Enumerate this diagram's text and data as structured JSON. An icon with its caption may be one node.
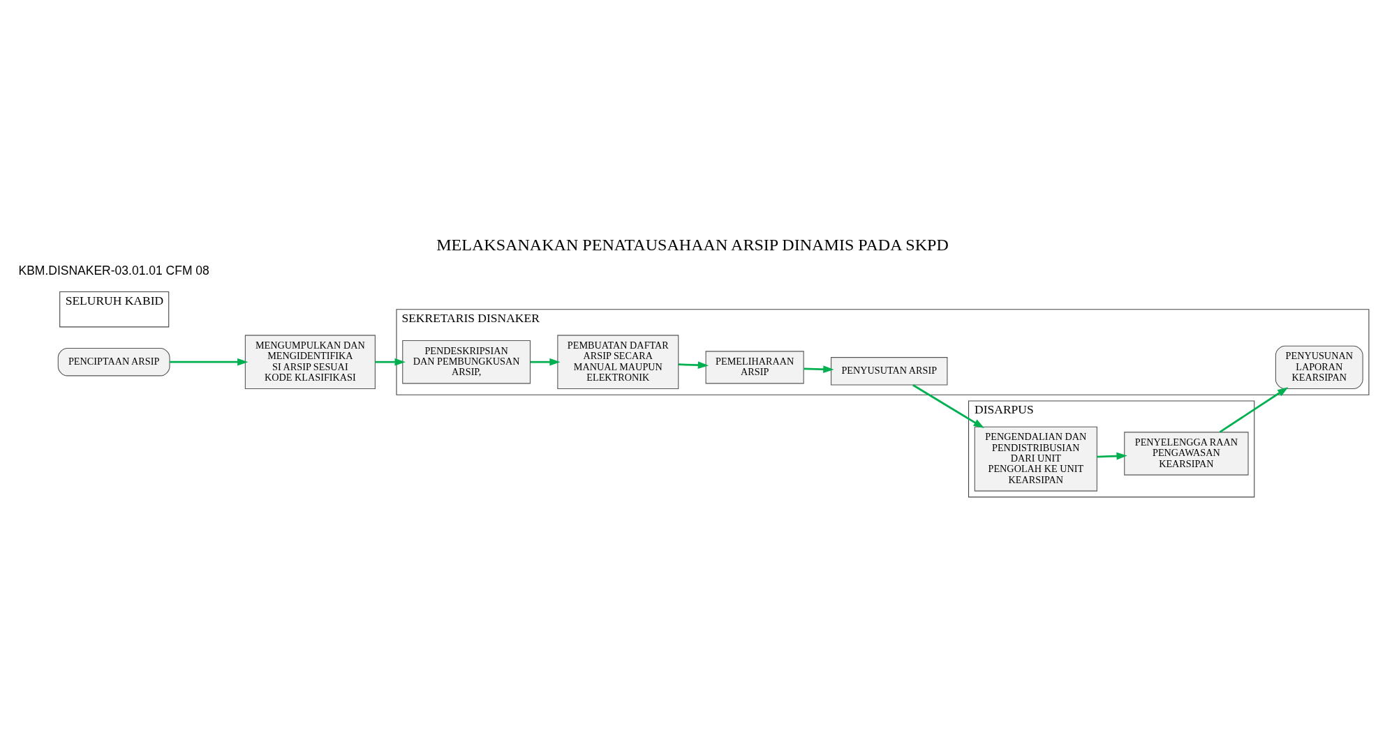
{
  "diagram": {
    "title": "MELAKSANAKAN PENATAUSAHAAN ARSIP DINAMIS PADA SKPD",
    "nodes": [
      {
        "text": [
          "SEKRETARIS DISNAKER"
        ]
      },
      {
        "text": [
          "SELURUH KABID"
        ]
      },
      {
        "text": [
          "DISARPUS"
        ]
      },
      {
        "text": [
          "PENCIPTAAN ARSIP"
        ]
      },
      {
        "text": [
          "MENGUMPULKAN DAN MENGIDENTIFIKA SI ARSIP SESUAI KODE KLASIFIKASI"
        ]
      },
      {
        "text": [
          "PENDESKRIPSIAN DAN PEMBUNGKUSAN ARSIP,"
        ],
        "in": 0
      },
      {
        "text": [
          "PEMBUATAN DAFTAR ARSIP SECARA MANUAL MAUPUN ELEKTRONIK"
        ],
        "in": 0
      },
      {
        "text": [
          "PEMELIHARAAN ARSIP"
        ],
        "in": 0
      },
      {
        "text": [
          "PENYUSUTAN ARSIP"
        ],
        "in": 0
      },
      {
        "text": [
          "PENYUSUNAN LAPORAN KEARSIPAN"
        ],
        "in": 0
      },
      {
        "text": [
          "PENGENDALIAN DAN PENDISTRIBUSIAN DARI UNIT PENGOLAH KE UNIT KEARSIPAN"
        ],
        "in": 2
      },
      {
        "text": [
          "PENYELENGGA RAAN PENGAWASAN KEARSIPAN"
        ],
        "in": 2
      }
    ],
    "edges": [
      {
        "from": 3,
        "to": 4,
        "arrow": "to"
      },
      {
        "from": 4,
        "to": 5,
        "arrow": "to"
      },
      {
        "from": 5,
        "to": 6,
        "arrow": "to"
      },
      {
        "from": 6,
        "to": 7,
        "arrow": "to"
      },
      {
        "from": 7,
        "to": 8,
        "arrow": "to"
      },
      {
        "from": 8,
        "to": 10,
        "arrow": "to"
      },
      {
        "from": 10,
        "to": 11,
        "arrow": "to"
      },
      {
        "from": 11,
        "to": 9,
        "arrow": "to"
      }
    ],
    "labels": [
      "KBM.DISNAKER-03.01.01 CFM 08"
    ]
  }
}
